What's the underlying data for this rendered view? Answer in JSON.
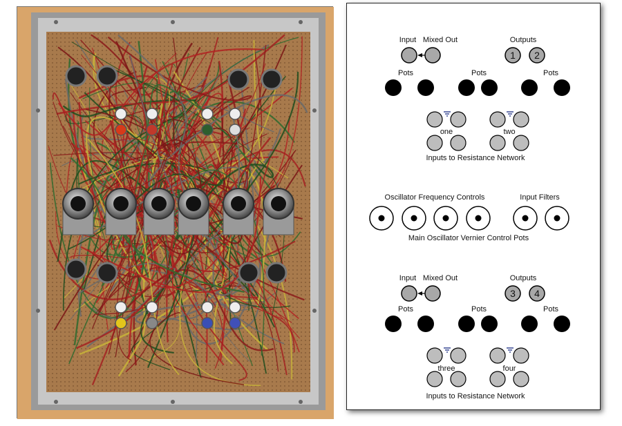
{
  "photo": {
    "alt": ""
  },
  "panel": {
    "top": {
      "input_label": "Input",
      "mixed_out_label": "Mixed Out",
      "outputs_label": "Outputs",
      "output_numbers": [
        "1",
        "2"
      ],
      "pots_labels": [
        "Pots",
        "Pots",
        "Pots"
      ],
      "network_labels": [
        "one",
        "two"
      ],
      "network_caption": "Inputs to Resistance Network"
    },
    "middle": {
      "osc_label": "Oscillator Frequency Controls",
      "filters_label": "Input Filters",
      "vernier_caption": "Main Oscillator Vernier Control Pots"
    },
    "bottom": {
      "input_label": "Input",
      "mixed_out_label": "Mixed Out",
      "outputs_label": "Outputs",
      "output_numbers": [
        "3",
        "4"
      ],
      "pots_labels": [
        "Pots",
        "Pots",
        "Pots"
      ],
      "network_labels": [
        "three",
        "four"
      ],
      "network_caption": "Inputs to Resistance Network"
    }
  },
  "colors": {
    "jack_fill": "#bdbdbd",
    "io_fill": "#a8a8a8",
    "pot_fill": "#000000",
    "tick_color": "#2a3c8c"
  }
}
